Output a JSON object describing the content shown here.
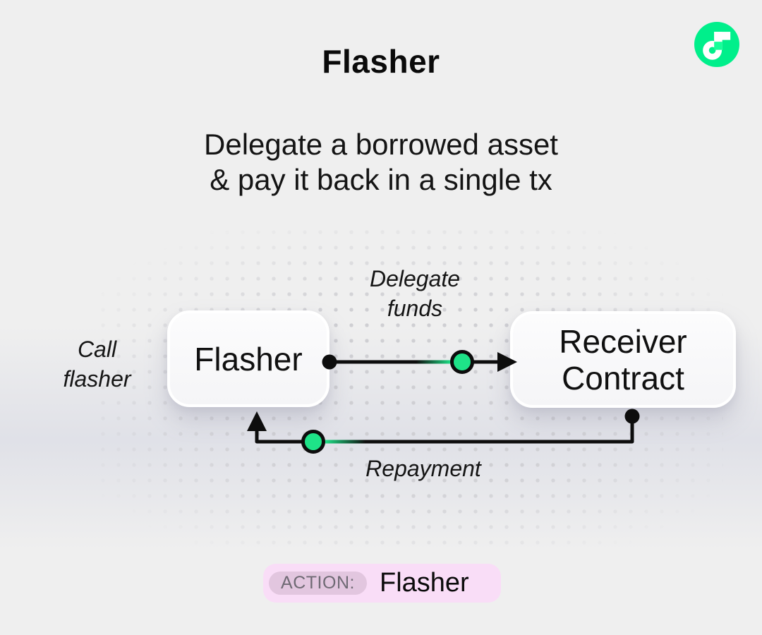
{
  "header": {
    "title": "Flasher",
    "subtitle_line1": "Delegate a borrowed asset",
    "subtitle_line2": "& pay it back in a single tx"
  },
  "logo": {
    "name": "flow-logo",
    "circle_color": "#00ef8b",
    "square_color": "#16ff99"
  },
  "diagram": {
    "flasher_node_label": "Flasher",
    "receiver_node_line1": "Receiver",
    "receiver_node_line2": "Contract",
    "call_label_line1": "Call",
    "call_label_line2": "flasher",
    "delegate_edge_line1": "Delegate",
    "delegate_edge_line2": "funds",
    "repayment_edge_label": "Repayment",
    "marker_green": "#1ee388",
    "connector_color": "#0d0d0d"
  },
  "action_bar": {
    "label": "ACTION:",
    "value": "Flasher",
    "bar_bg": "#f9ddf7",
    "pill_bg": "#e2c6df",
    "label_color": "#6f6a74"
  }
}
